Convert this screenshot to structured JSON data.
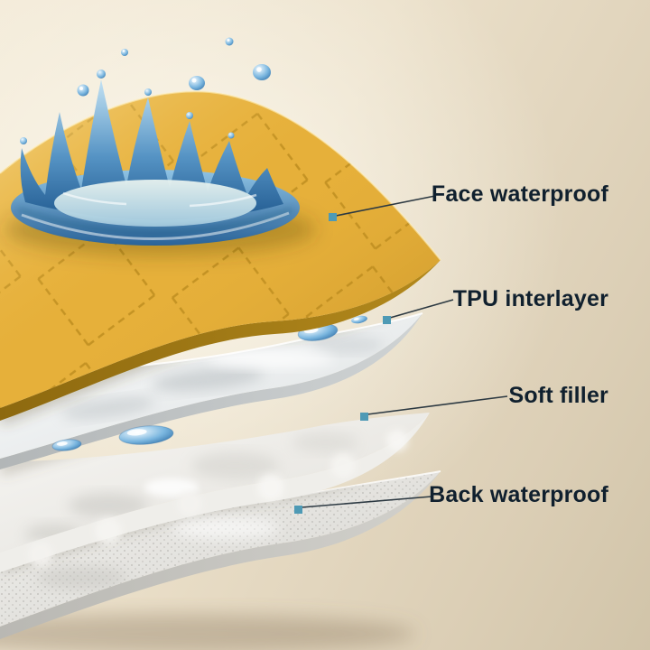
{
  "callouts": [
    {
      "label": "Face waterproof"
    },
    {
      "label": "TPU interlayer"
    },
    {
      "label": "Soft filler"
    },
    {
      "label": "Back waterproof"
    }
  ],
  "colors": {
    "background": "#e9ddc6",
    "label_text": "#10202e",
    "leader_line": "#2c3942",
    "marker": "#4e9ab5",
    "face_layer": "#e6b03a",
    "water_blue": "#3f85bb"
  }
}
